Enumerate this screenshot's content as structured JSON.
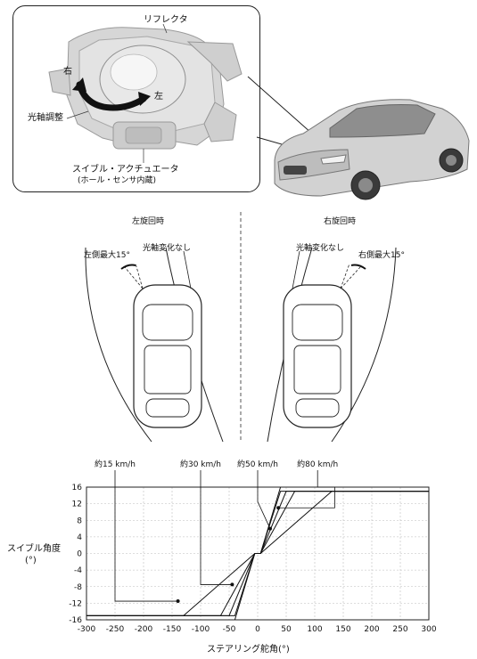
{
  "top": {
    "reflector": "リフレクタ",
    "right": "右",
    "left": "左",
    "optical_axis_adjust": "光軸調整",
    "actuator_line1": "スイブル・アクチュエータ",
    "actuator_line2": "(ホール・センサ内蔵)"
  },
  "middle": {
    "left_turn_title": "左旋回時",
    "right_turn_title": "右旋回時",
    "left_max": "左側最大15°",
    "no_change_left": "光軸変化なし",
    "no_change_right": "光軸変化なし",
    "right_max": "右側最大15°"
  },
  "chart_data": {
    "type": "line",
    "ylabel_line1": "スイブル角度",
    "ylabel_line2": "(°)",
    "xlabel": "ステアリング舵角(°)",
    "xlim": [
      -300,
      300
    ],
    "ylim": [
      -16,
      16
    ],
    "x_ticks": [
      -300,
      -250,
      -200,
      -150,
      -100,
      -50,
      0,
      50,
      100,
      150,
      200,
      250,
      300
    ],
    "y_ticks": [
      16,
      12,
      8,
      4,
      0,
      -4,
      -8,
      -12,
      -16
    ],
    "x_tick_labels": [
      "-300",
      "-250",
      "-200",
      "-150",
      "-100",
      "-50",
      "0",
      "50",
      "100",
      "150",
      "200",
      "250",
      "300"
    ],
    "y_tick_labels": [
      "16",
      "12",
      "8",
      "4",
      "0",
      "-4",
      "-8",
      "-12",
      "-16"
    ],
    "grid": true,
    "callouts": [
      {
        "label": "約15 km/h",
        "target": [
          -135,
          -10
        ]
      },
      {
        "label": "約30 km/h",
        "target": [
          -40,
          -6
        ]
      },
      {
        "label": "約50 km/h",
        "target": [
          25,
          6
        ]
      },
      {
        "label": "約80 km/h",
        "target": [
          30,
          8
        ]
      }
    ],
    "series": [
      {
        "points": [
          [
            -300,
            -15
          ],
          [
            -130,
            -15
          ],
          [
            -5,
            0
          ],
          [
            5,
            0
          ],
          [
            130,
            15
          ],
          [
            300,
            15
          ]
        ]
      },
      {
        "points": [
          [
            -300,
            -15
          ],
          [
            -65,
            -15
          ],
          [
            -5,
            0
          ],
          [
            5,
            0
          ],
          [
            65,
            15
          ],
          [
            300,
            15
          ]
        ]
      },
      {
        "points": [
          [
            -300,
            -15
          ],
          [
            -50,
            -15
          ],
          [
            -5,
            0
          ],
          [
            5,
            0
          ],
          [
            50,
            15
          ],
          [
            300,
            15
          ]
        ]
      },
      {
        "points": [
          [
            -300,
            -15
          ],
          [
            -40,
            -15
          ],
          [
            -5,
            0
          ],
          [
            5,
            0
          ],
          [
            40,
            15
          ],
          [
            300,
            15
          ]
        ]
      },
      {
        "points": [
          [
            -40,
            -16
          ],
          [
            -5,
            0
          ],
          [
            5,
            0
          ],
          [
            40,
            16
          ]
        ]
      }
    ]
  }
}
